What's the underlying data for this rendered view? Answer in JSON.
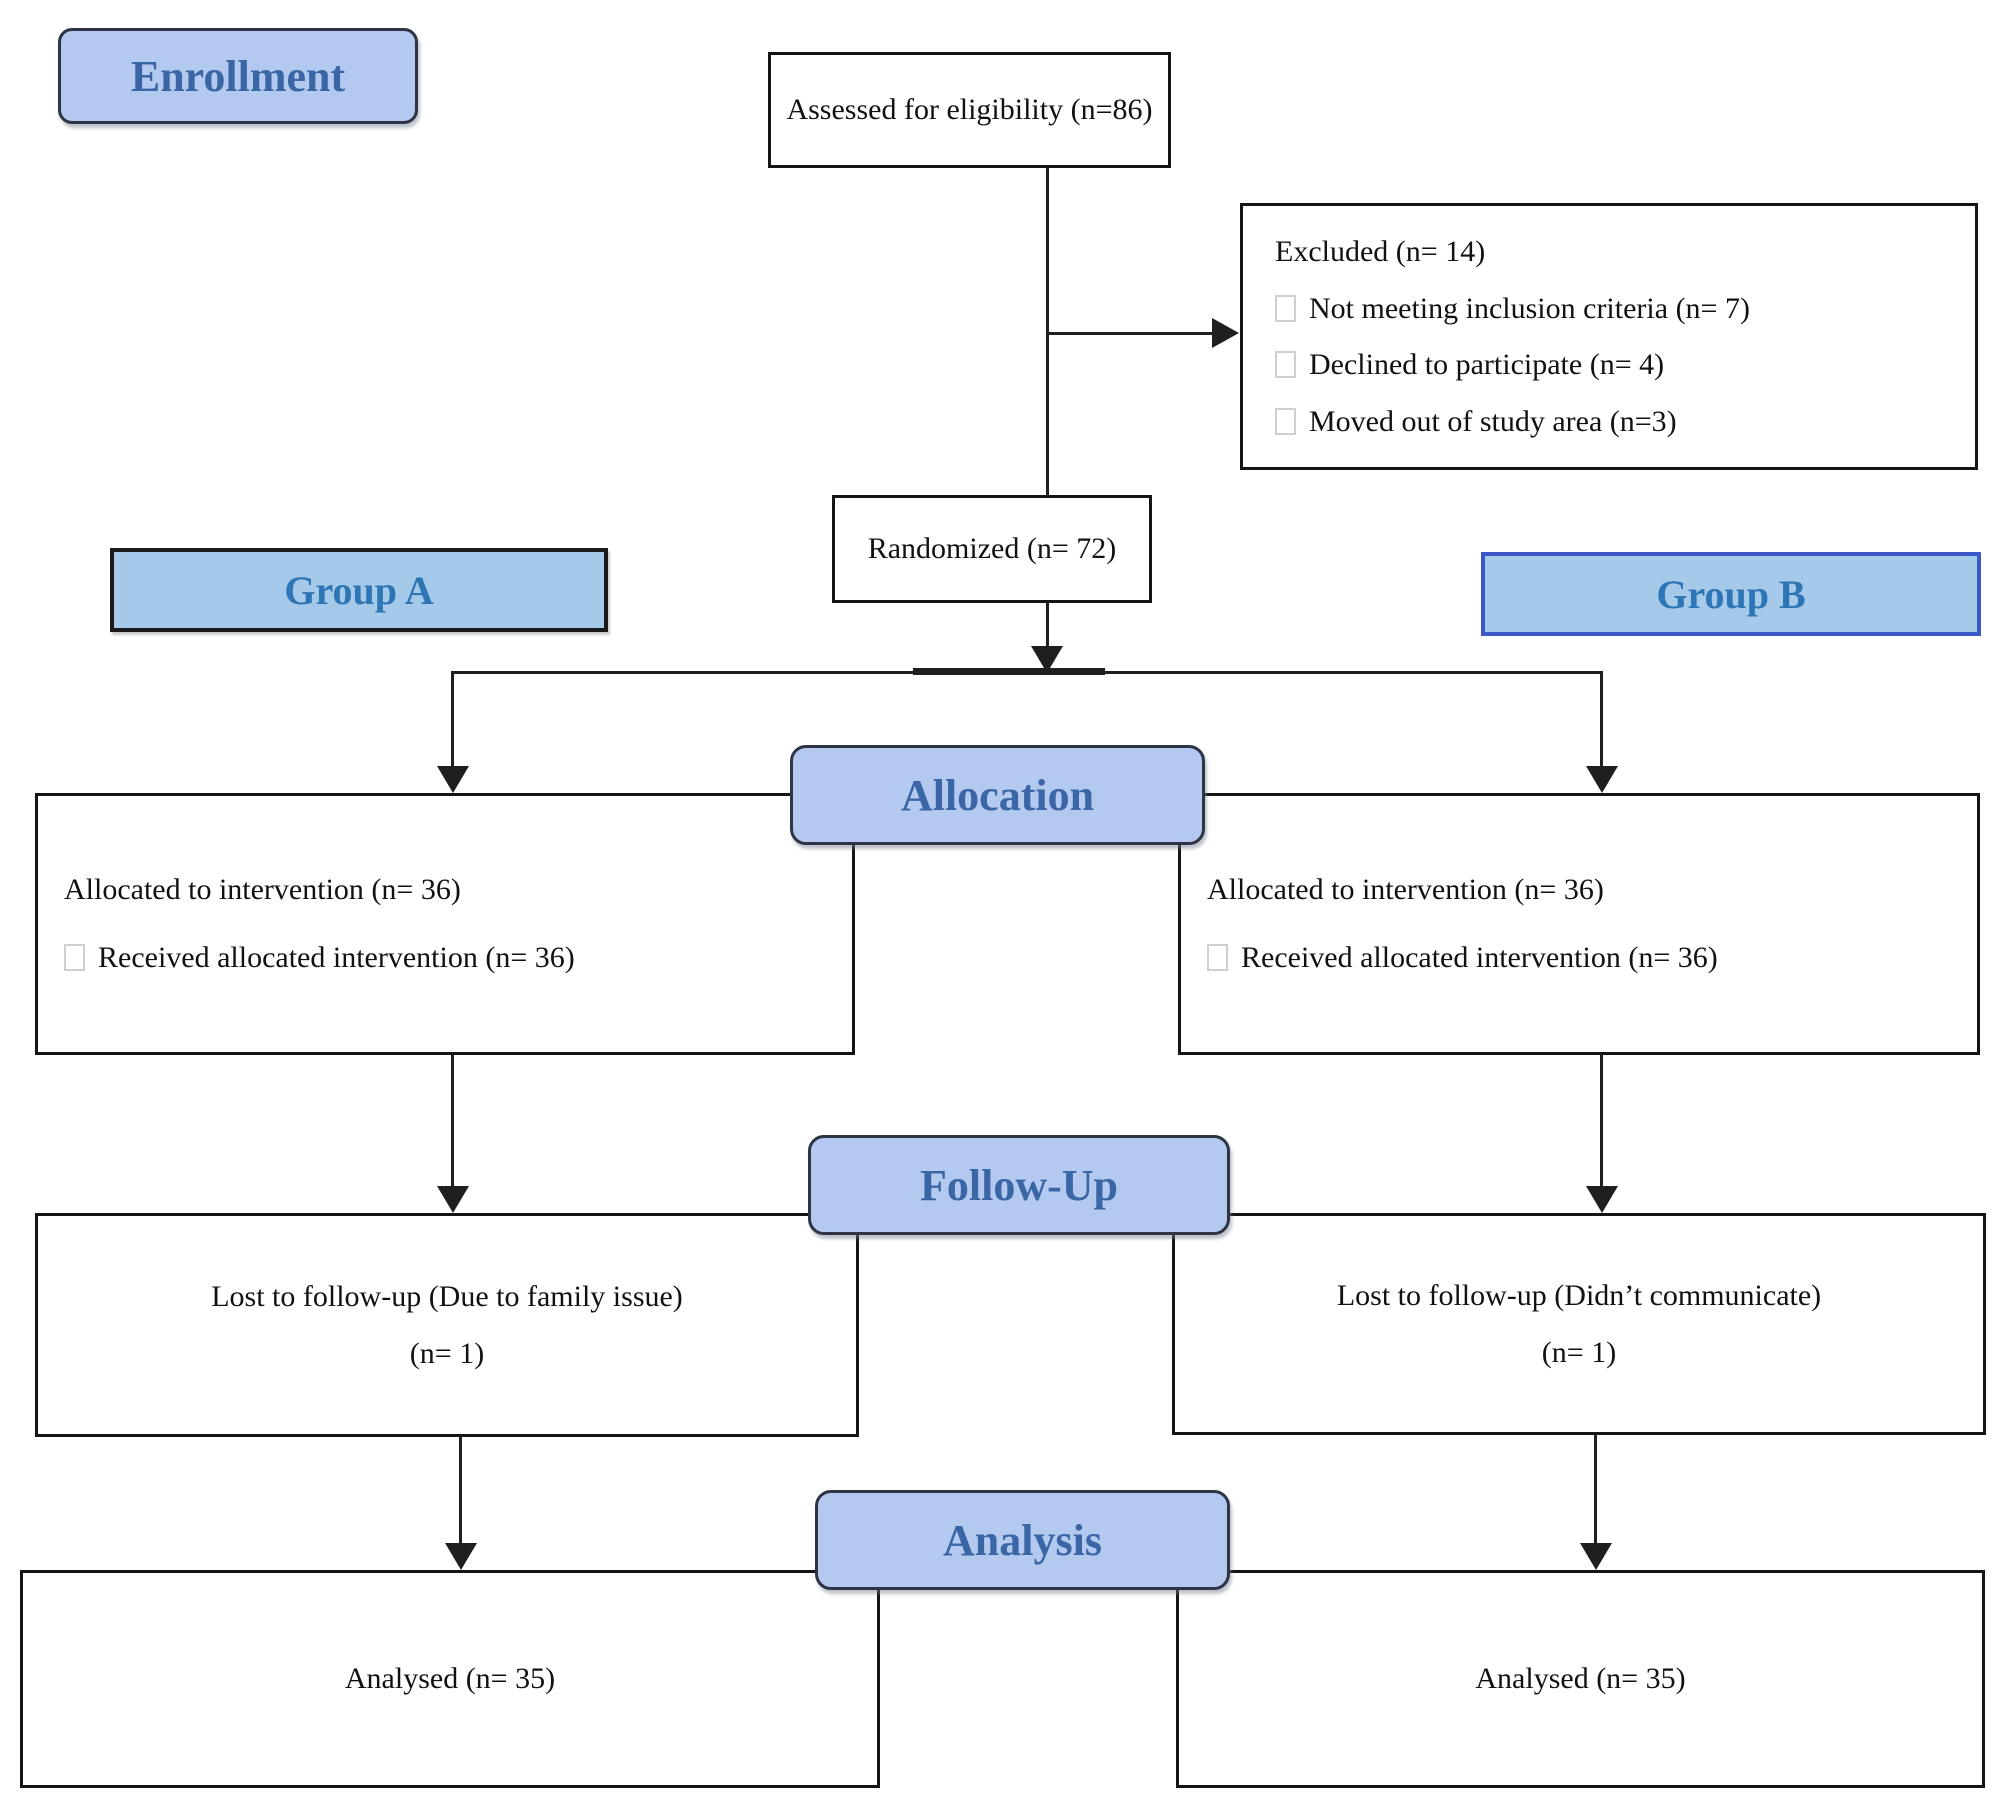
{
  "diagram": {
    "stage_labels": {
      "enrollment": "Enrollment",
      "allocation": "Allocation",
      "follow_up": "Follow-Up",
      "analysis": "Analysis"
    },
    "group_labels": {
      "group_a": "Group A",
      "group_b": "Group B"
    },
    "enrollment": {
      "assessed": "Assessed for eligibility (n=86)",
      "excluded_title": "Excluded (n= 14)",
      "excluded_items": [
        "Not meeting inclusion criteria (n= 7)",
        "Declined to participate (n= 4)",
        "Moved out of study area (n=3)"
      ],
      "randomized": "Randomized (n= 72)"
    },
    "allocation": {
      "group_a_line1": "Allocated to intervention (n= 36)",
      "group_a_line2": "Received allocated intervention (n= 36)",
      "group_b_line1": "Allocated to intervention (n= 36)",
      "group_b_line2": "Received allocated intervention (n= 36)"
    },
    "follow_up": {
      "group_a_line1": "Lost to follow-up (Due to family issue)",
      "group_a_line2": "(n= 1)",
      "group_b_line1": "Lost to follow-up (Didn’t communicate)",
      "group_b_line2": "(n= 1)"
    },
    "analysis": {
      "group_a": "Analysed (n= 35)",
      "group_b": "Analysed (n= 35)"
    },
    "icons": {
      "bullet": "empty-square-bullet"
    },
    "colors": {
      "stage_label_fill": "#b3c9f0",
      "stage_label_border": "#2e3444",
      "stage_label_text": "#3a66a5",
      "group_fill": "#a5c9e8",
      "group_a_border": "#1a1a1a",
      "group_b_border": "#3a59c6",
      "group_text": "#2e75b5",
      "box_border": "#151515",
      "connector": "#1f1f1f",
      "bullet_gray": "#cfcfcf"
    }
  }
}
